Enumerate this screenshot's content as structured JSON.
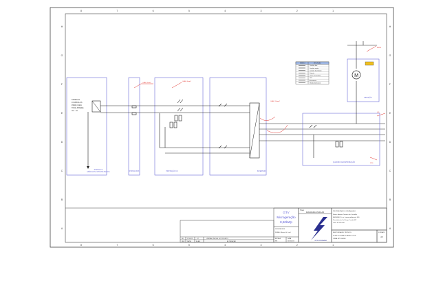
{
  "sheet": {
    "column_numbers": [
      "8",
      "7",
      "6",
      "5",
      "4",
      "3",
      "2",
      "1"
    ],
    "row_letters": [
      "H",
      "G",
      "F",
      "E",
      "D",
      "C",
      "B",
      "A"
    ]
  },
  "colors": {
    "frame": "#333333",
    "wire": "#222222",
    "blue_box": "#5b5bd6",
    "red_note": "#e0302a",
    "logo_blue": "#2a2f8f"
  },
  "title_block": {
    "project_code": "GTV",
    "project_name": "Microgeração",
    "power": "8,50kWp",
    "title_label": "Título",
    "title_value": "DIAGRAMA UNIFILAR",
    "owner_heading": "PROPRIETÁRIO E INSTALAÇÃO:",
    "owner_lines": [
      "Nome: Antonio Tavares do Carvalho",
      "ENDEREÇO: av. Lourenço Amaral, 490",
      "Pirambóia do Sul Sinop Cuiabá MT",
      "CEP: 87.000-000"
    ],
    "designer_label": "DESENHISTA",
    "designer_name": "NOME: Marcos S. Leal",
    "scale_label": "ESCALA",
    "scale_value": "S/E",
    "date_label": "DATA",
    "date_value": "04/05/2021",
    "tech_heading": "RESPONSÁVEL TÉCNICO:",
    "tech_name": "NOME: ROSANE SOARES LEITE",
    "tech_crea": "CREA: MT-000000",
    "sheet_label": "FORMATO",
    "sheet_value": "A3",
    "logo_text": "LEITE ENGENHARIA",
    "revision": {
      "rev": "R0",
      "date": "17/03/21",
      "drawer": "ST",
      "change": "VERSÃO INICIAL DO PROJETO"
    },
    "rev_headers": [
      "REV.",
      "DATA",
      "ELAB.",
      "ALTERAÇÃO"
    ]
  },
  "legend": {
    "header_symbol": "SÍMBOLO",
    "header_desc": "DESCRIÇÃO",
    "rows": [
      "Condutor fase",
      "Condutor neutro",
      "Condutor de proteção",
      "Disjuntor",
      "Chave seccionadora",
      "DPS",
      "Aterramento",
      "Medidor bidirecional"
    ]
  },
  "blocks": {
    "modules_label": "STRING FV\nMÓDULOS FOTOVOLTAICOS",
    "stringbox_label": "STRING BOX",
    "protection_label": "PROTEÇÃO CC",
    "inverter_label": "INVERSOR",
    "qd_label": "QUADRO DE DISTRIBUIÇÃO",
    "meter_label": "MEDIÇÃO",
    "meter_symbol": "M"
  }
}
